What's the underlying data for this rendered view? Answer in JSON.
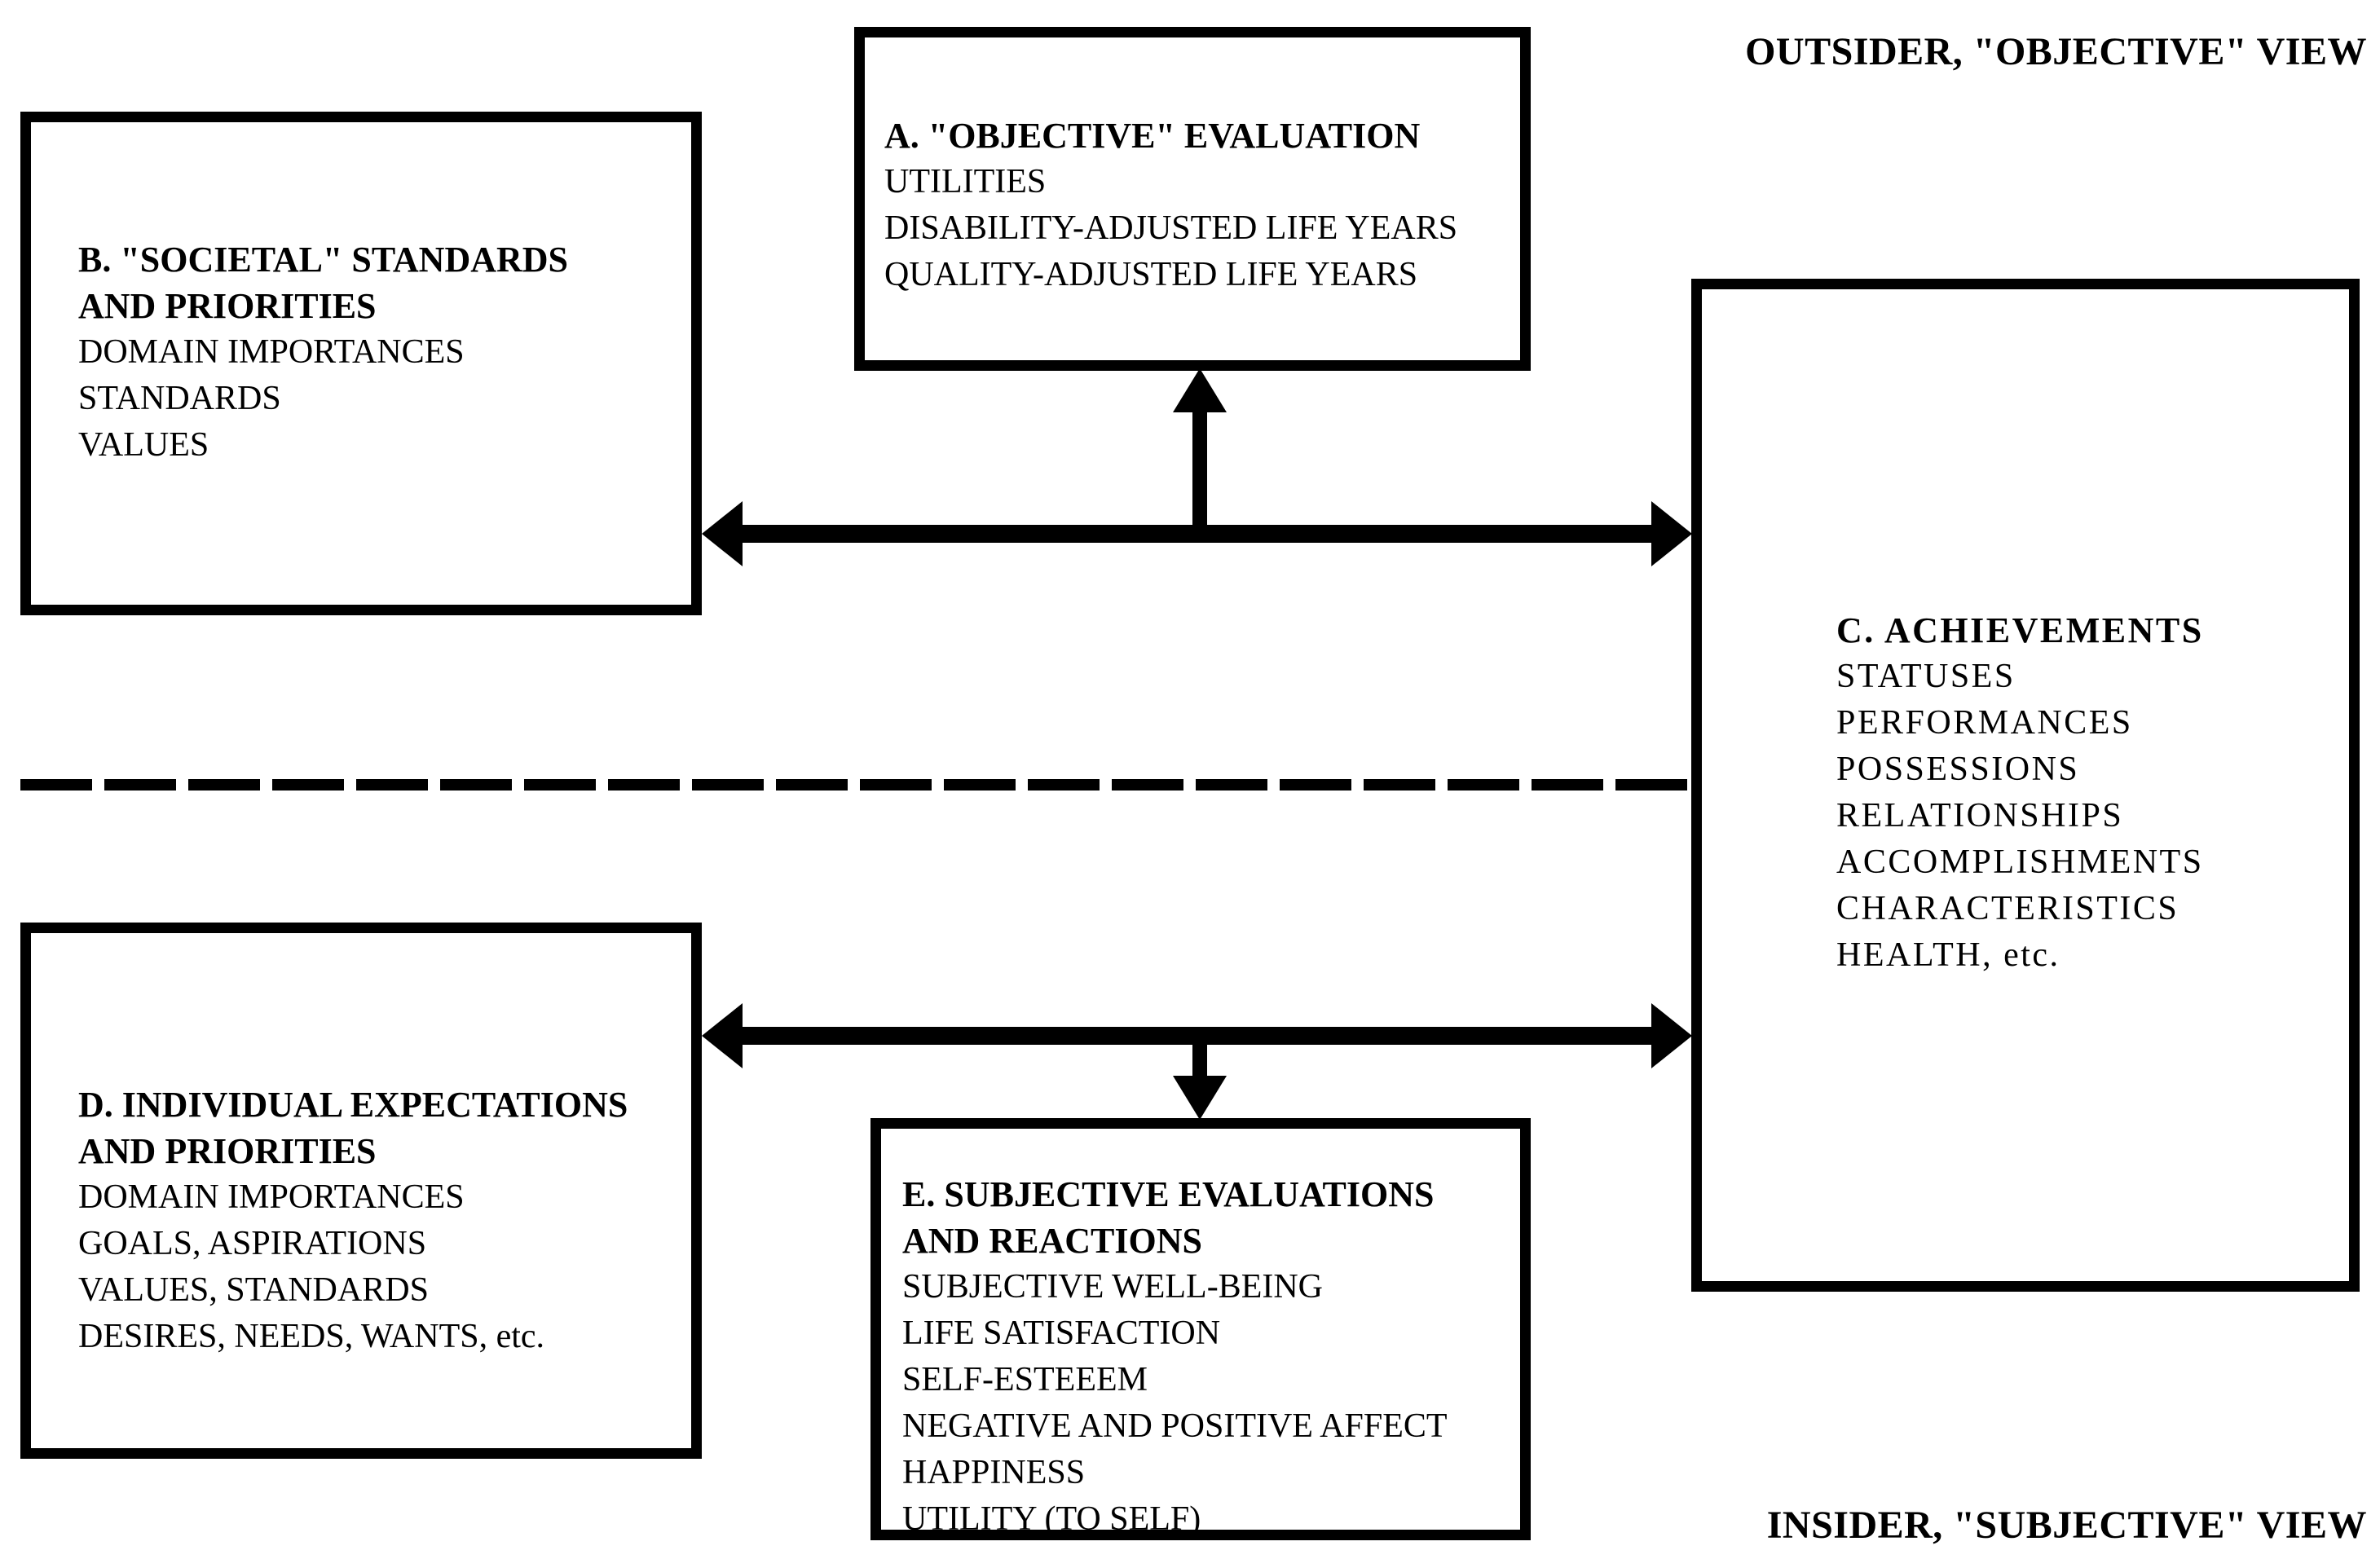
{
  "labels": {
    "outsider": "OUTSIDER, \"OBJECTIVE\" VIEW",
    "insider": "INSIDER, \"SUBJECTIVE\" VIEW"
  },
  "boxes": {
    "a": {
      "title": "A. \"OBJECTIVE\" EVALUATION",
      "items": [
        "UTILITIES",
        "DISABILITY-ADJUSTED LIFE YEARS",
        "QUALITY-ADJUSTED LIFE YEARS"
      ]
    },
    "b": {
      "title_line1": "B. \"SOCIETAL\" STANDARDS",
      "title_line2": "AND PRIORITIES",
      "items": [
        "DOMAIN IMPORTANCES",
        "STANDARDS",
        "VALUES"
      ]
    },
    "c": {
      "title": "C. ACHIEVEMENTS",
      "items": [
        "STATUSES",
        "PERFORMANCES",
        "POSSESSIONS",
        "RELATIONSHIPS",
        "ACCOMPLISHMENTS",
        "CHARACTERISTICS",
        "HEALTH, etc."
      ]
    },
    "d": {
      "title_line1": "D. INDIVIDUAL EXPECTATIONS",
      "title_line2": "AND PRIORITIES",
      "items": [
        "DOMAIN IMPORTANCES",
        "GOALS, ASPIRATIONS",
        "VALUES, STANDARDS",
        "DESIRES, NEEDS, WANTS, etc."
      ]
    },
    "e": {
      "title_line1": "E. SUBJECTIVE EVALUATIONS",
      "title_line2": "AND REACTIONS",
      "items": [
        "SUBJECTIVE WELL-BEING",
        "LIFE SATISFACTION",
        "SELF-ESTEEEM",
        "NEGATIVE AND POSITIVE AFFECT",
        "HAPPINESS",
        "UTILITY (TO SELF)"
      ]
    }
  },
  "colors": {
    "ink": "#000000",
    "background": "#ffffff"
  }
}
